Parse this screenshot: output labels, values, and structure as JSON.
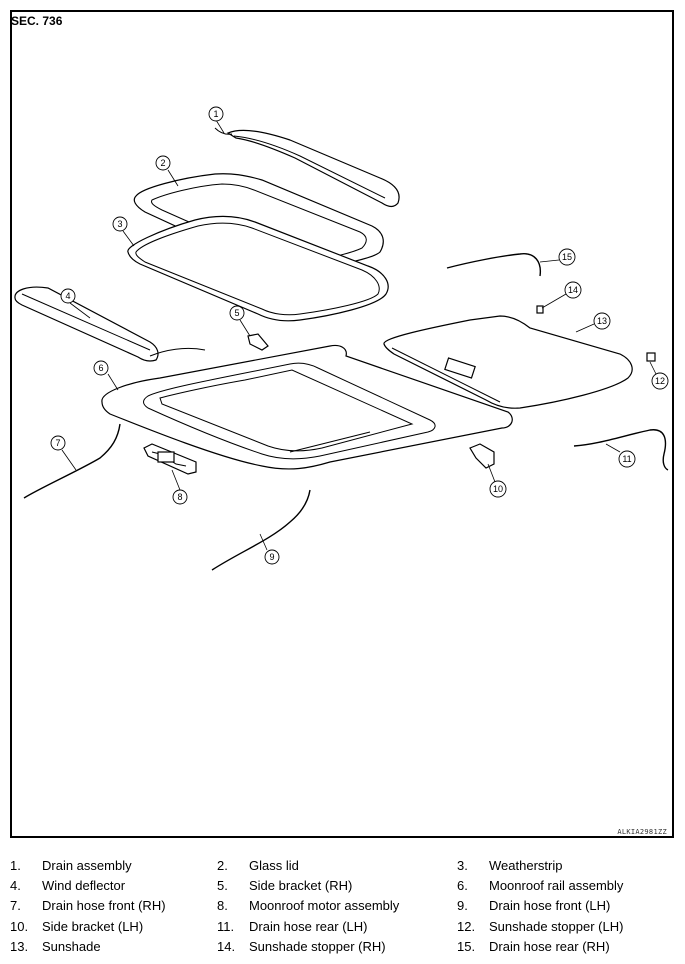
{
  "section": "SEC. 736",
  "diagram_code": "ALKIA2981ZZ",
  "callouts": [
    "1",
    "2",
    "3",
    "4",
    "5",
    "6",
    "7",
    "8",
    "9",
    "10",
    "11",
    "12",
    "13",
    "14",
    "15"
  ],
  "legend": [
    {
      "num": "1.",
      "name": "Drain assembly"
    },
    {
      "num": "2.",
      "name": "Glass lid"
    },
    {
      "num": "3.",
      "name": "Weatherstrip"
    },
    {
      "num": "4.",
      "name": "Wind deflector"
    },
    {
      "num": "5.",
      "name": "Side bracket (RH)"
    },
    {
      "num": "6.",
      "name": "Moonroof rail assembly"
    },
    {
      "num": "7.",
      "name": "Drain hose front (RH)"
    },
    {
      "num": "8.",
      "name": "Moonroof motor assembly"
    },
    {
      "num": "9.",
      "name": "Drain hose front (LH)"
    },
    {
      "num": "10.",
      "name": "Side bracket (LH)"
    },
    {
      "num": "11.",
      "name": "Drain hose rear (LH)"
    },
    {
      "num": "12.",
      "name": "Sunshade stopper (LH)"
    },
    {
      "num": "13.",
      "name": "Sunshade"
    },
    {
      "num": "14.",
      "name": "Sunshade stopper (RH)"
    },
    {
      "num": "15.",
      "name": "Drain hose rear (RH)"
    }
  ]
}
